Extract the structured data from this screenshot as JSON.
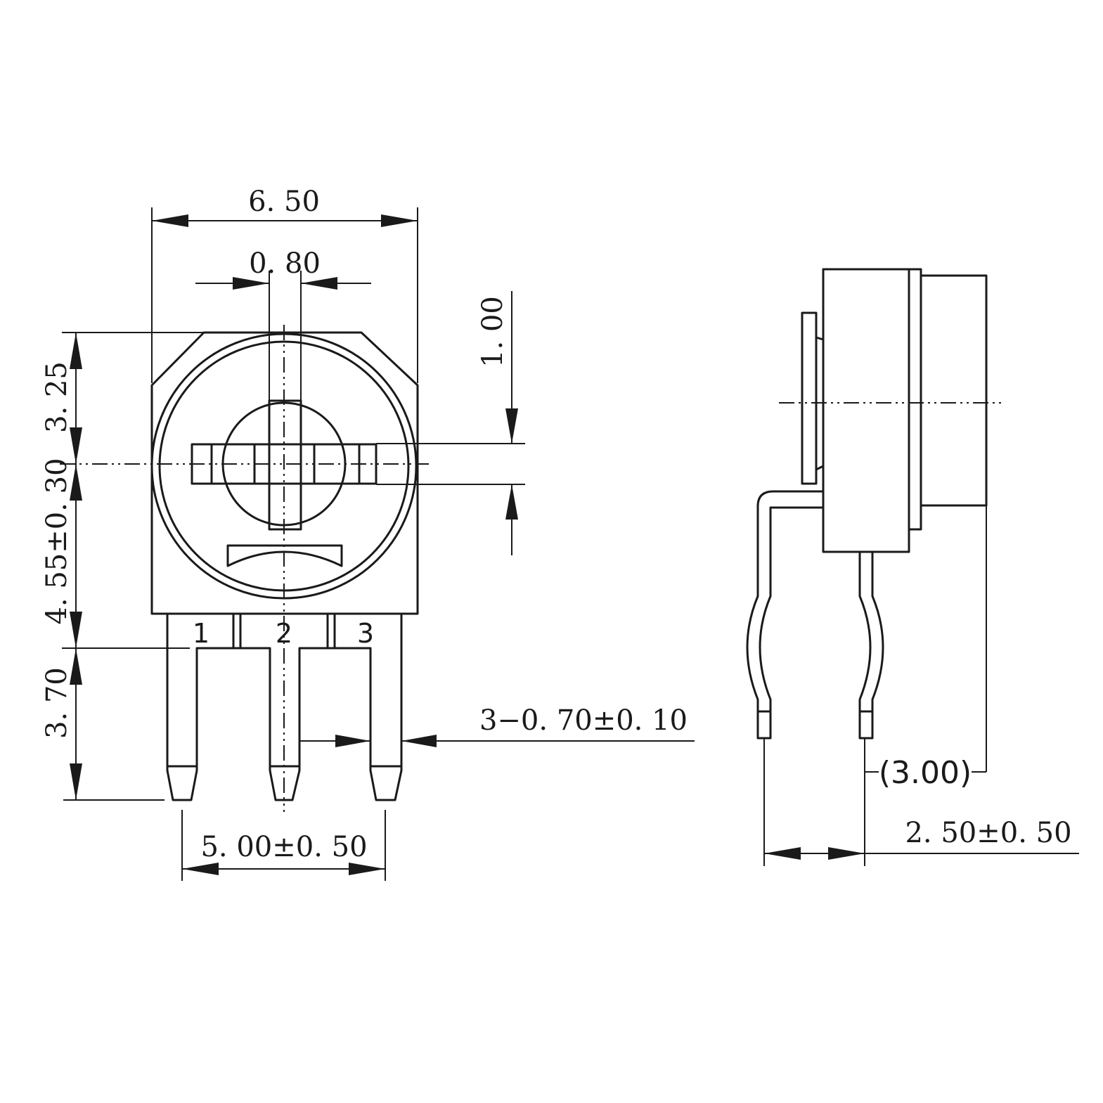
{
  "front_view": {
    "dims": {
      "body_width": "6. 50",
      "shaft_slot": "0. 80",
      "slot_height": "1. 00",
      "top_to_center": "3. 25",
      "center_to_bottom": "4. 55±0. 30",
      "pin_length": "3. 70",
      "pin_spacing": "5. 00±0. 50",
      "pin_width": "3−0. 70±0. 10"
    },
    "pins": [
      "1",
      "2",
      "3"
    ]
  },
  "side_view": {
    "dims": {
      "body_depth_ref": "(3.00)",
      "lead_offset": "2. 50±0. 50"
    }
  }
}
